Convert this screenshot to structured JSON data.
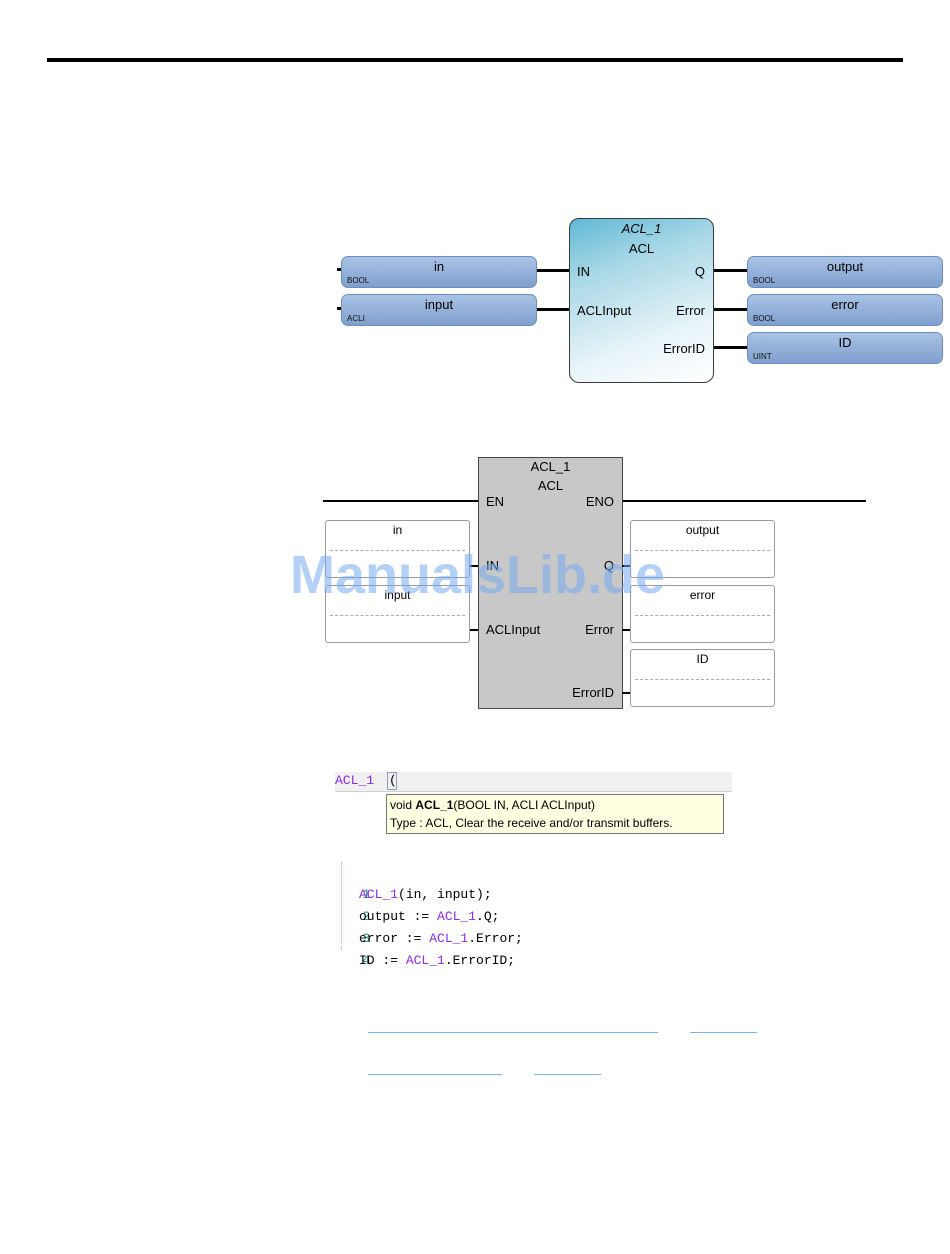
{
  "fbd": {
    "instance_name": "ACL_1",
    "type_name": "ACL",
    "inputs": [
      {
        "pin": "IN",
        "var": "in",
        "type": "BOOL"
      },
      {
        "pin": "ACLInput",
        "var": "input",
        "type": "ACLI"
      }
    ],
    "outputs": [
      {
        "pin": "Q",
        "var": "output",
        "type": "BOOL"
      },
      {
        "pin": "Error",
        "var": "error",
        "type": "BOOL"
      },
      {
        "pin": "ErrorID",
        "var": "ID",
        "type": "UINT"
      }
    ]
  },
  "ld": {
    "instance_name": "ACL_1",
    "type_name": "ACL",
    "en": "EN",
    "eno": "ENO",
    "inputs": [
      {
        "pin": "IN",
        "var": "in"
      },
      {
        "pin": "ACLInput",
        "var": "input"
      }
    ],
    "outputs": [
      {
        "pin": "Q",
        "var": "output"
      },
      {
        "pin": "Error",
        "var": "error"
      },
      {
        "pin": "ErrorID",
        "var": "ID"
      }
    ]
  },
  "watermark": "ManualsLib.de",
  "st_editor": {
    "typed": "ACL_1",
    "paren": "(",
    "tooltip_sig_prefix": "void ",
    "tooltip_sig_name": "ACL_1",
    "tooltip_sig_rest": "(BOOL IN, ACLI ACLInput)",
    "tooltip_desc": "Type : ACL, Clear the receive and/or transmit buffers."
  },
  "st_code": {
    "lines": [
      {
        "num": "1",
        "a": "",
        "kw": "ACL_1",
        "b": "(in, input);"
      },
      {
        "num": "2",
        "a": "output := ",
        "kw": "ACL_1",
        "b": ".Q;"
      },
      {
        "num": "3",
        "a": "error := ",
        "kw": "ACL_1",
        "b": ".Error;"
      },
      {
        "num": "4",
        "a": "ID := ",
        "kw": "ACL_1",
        "b": ".ErrorID;"
      }
    ]
  }
}
